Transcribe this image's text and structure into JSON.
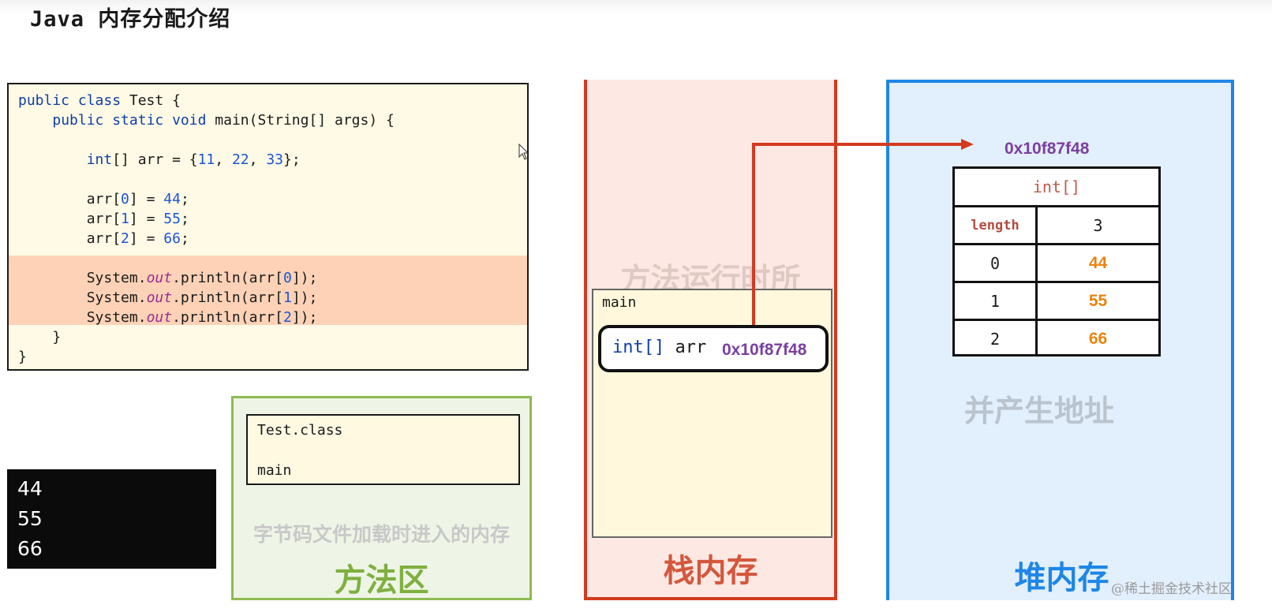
{
  "title": "Java 内存分配介绍",
  "code": {
    "line1": "public class Test {",
    "line2": "public static void main(String[] args) {",
    "line3_decl": "int[] arr = {",
    "line3_vals": [
      "11",
      "22",
      "33"
    ],
    "assign": [
      {
        "index": "0",
        "value": "44"
      },
      {
        "index": "1",
        "value": "55"
      },
      {
        "index": "2",
        "value": "66"
      }
    ],
    "print_prefix": "System.",
    "print_field": "out",
    "print_call": ".println(arr[",
    "print_indices": [
      "0",
      "1",
      "2"
    ],
    "close_method": "}",
    "close_class": "}"
  },
  "console": {
    "lines": [
      "44",
      "55",
      "66"
    ]
  },
  "method_area": {
    "class_name": "Test.class",
    "method_name": "main",
    "description": "字节码文件加载时进入的内存",
    "label": "方法区"
  },
  "stack": {
    "faded_text": "方法运行时所",
    "frame_name": "main",
    "var_type": "int[]",
    "var_name": "arr",
    "var_value": "0x10f87f48",
    "label": "栈内存"
  },
  "heap": {
    "address": "0x10f87f48",
    "array_type": "int[]",
    "length_label": "length",
    "length_value": "3",
    "rows": [
      {
        "index": "0",
        "value": "44"
      },
      {
        "index": "1",
        "value": "55"
      },
      {
        "index": "2",
        "value": "66"
      }
    ],
    "faded_text_1": "并产生地址",
    "label": "堆内存"
  },
  "watermark": "@稀土掘金技术社区",
  "colors": {
    "code_bg": "#fffae5",
    "highlight": "#fdd2b6",
    "method_area_border": "#8dbb52",
    "stack_border": "#d43a1f",
    "heap_border": "#1e86e6",
    "address": "#7b3fa0",
    "array_value": "#e8840e",
    "arrow": "#d43a1f"
  }
}
